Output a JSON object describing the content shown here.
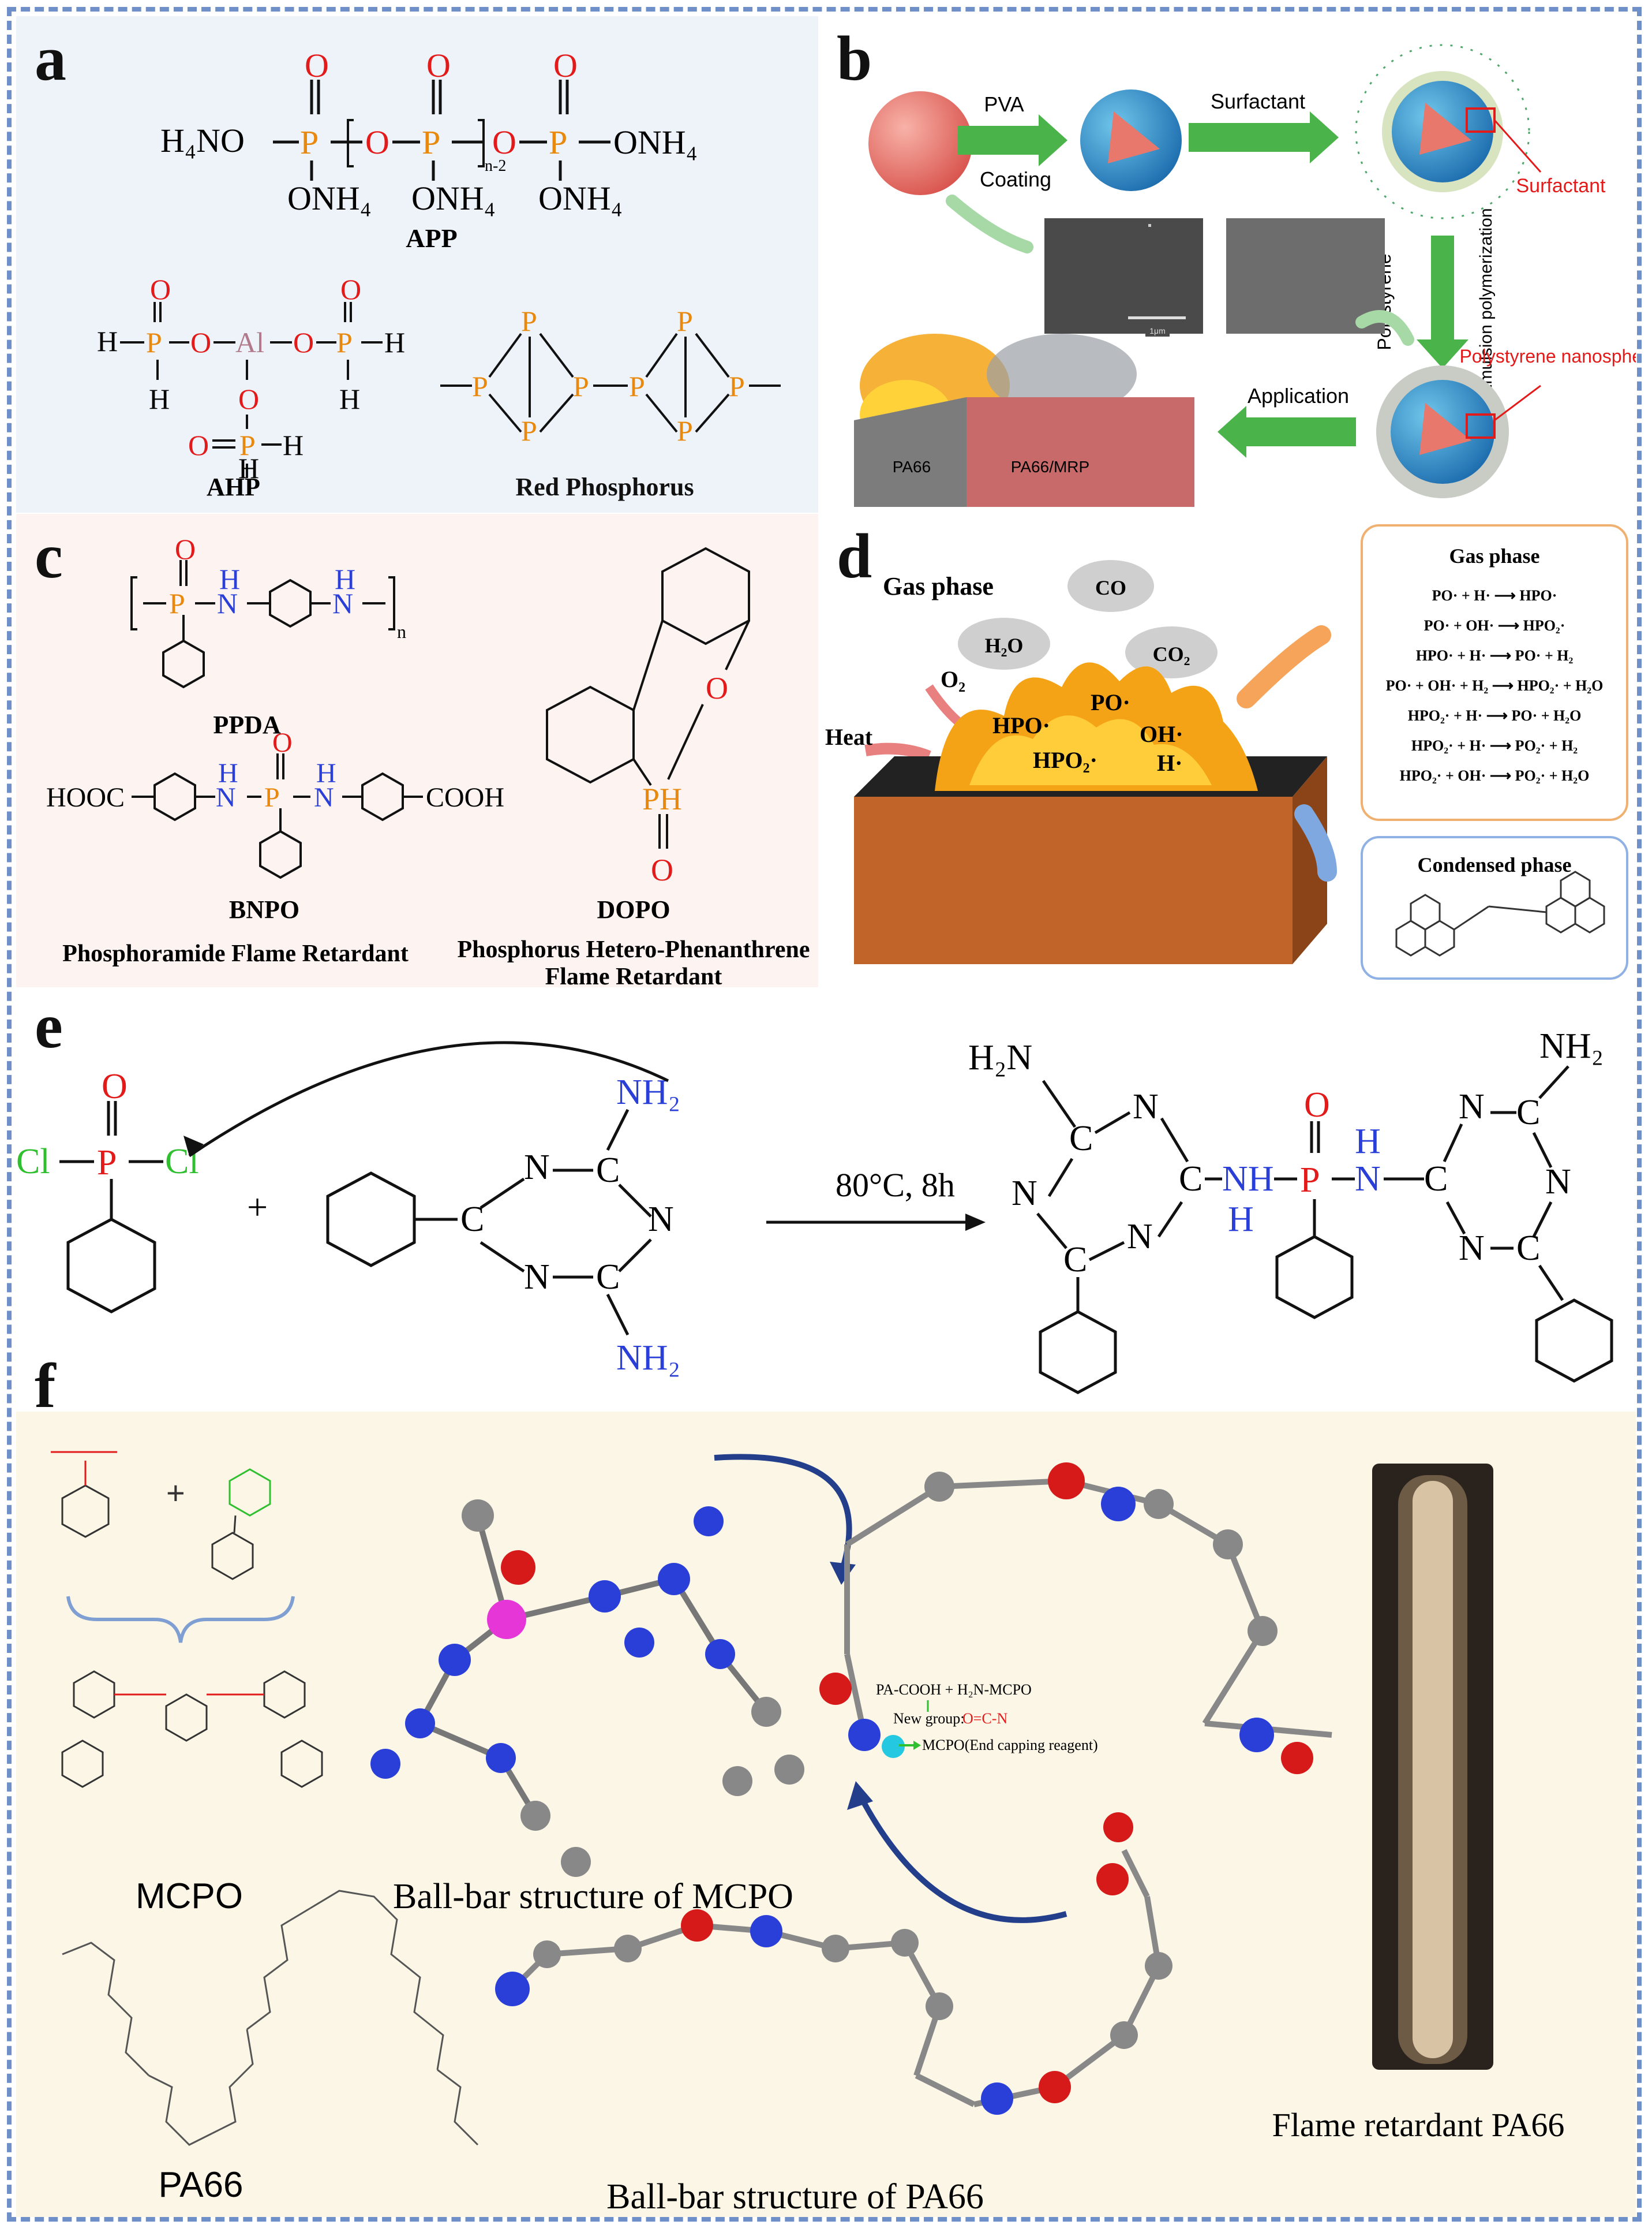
{
  "colors": {
    "frame_border": "#6f8fc8",
    "panel_a_bg": "#eef3fa",
    "panel_c_bg": "#fdf4f2",
    "panel_f_bg": "#fbf6e6",
    "phosphorus": "#e8880c",
    "oxygen": "#e31a1a",
    "nitrogen": "#2a3fd8",
    "chlorine": "#2fbf2f",
    "arrow_green": "#3aa83a",
    "arrow_navy": "#233e8b",
    "fire": "#f5a316"
  },
  "panel_labels": {
    "a": "a",
    "b": "b",
    "c": "c",
    "d": "d",
    "e": "e",
    "f": "f"
  },
  "panel_a": {
    "app_left": "H₄NO",
    "app_p": "P",
    "app_o": "O",
    "app_nh4": "ONH₄",
    "app_subscript": "n-2",
    "app_name": "APP",
    "ahp_h": "H",
    "ahp_al": "Al",
    "ahp_name": "AHP",
    "rp_name": "Red Phosphorus"
  },
  "panel_b": {
    "step1_top": "PVA",
    "step1_bottom": "Coating",
    "step2": "Surfactant",
    "surfactant_label": "Surfactant",
    "step3_left": "Polystyrene",
    "step3_right": "Emulsion polymerization",
    "ps_label": "Polystyrene nanospheres",
    "application": "Application",
    "block_left": "PA66",
    "block_right": "PA66/MRP",
    "sem_scale": "1μm"
  },
  "panel_c": {
    "nh": "H",
    "n": "N",
    "n_sub": "n",
    "ppda": "PPDA",
    "hooc": "HOOC",
    "cooh": "COOH",
    "bnpo": "BNPO",
    "dopo": "DOPO",
    "ph": "PH",
    "caption_left": "Phosphoramide Flame Retardant",
    "caption_right_1": "Phosphorus Hetero-Phenanthrene",
    "caption_right_2": "Flame Retardant"
  },
  "panel_d": {
    "gas_phase": "Gas phase",
    "co": "CO",
    "h2o": "H₂O",
    "co2": "CO₂",
    "o2": "O₂",
    "heat": "Heat",
    "radicals": [
      "PO·",
      "HPO·",
      "OH·",
      "HPO₂·",
      "H·"
    ],
    "box_gas_title": "Gas phase",
    "reactions": [
      "PO· + H· ⟶ HPO·",
      "PO· + OH· ⟶ HPO₂·",
      "HPO· + H· ⟶ PO· + H₂",
      "PO· + OH· + H₂ ⟶ HPO₂· + H₂O",
      "HPO₂· + H· ⟶ PO· + H₂O",
      "HPO₂· + H· ⟶ PO₂· + H₂",
      "HPO₂· + OH· ⟶ PO₂· + H₂O"
    ],
    "box_condensed_title": "Condensed phase"
  },
  "panel_e": {
    "cl": "Cl",
    "p": "P",
    "o": "O",
    "plus": "+",
    "nh2": "NH₂",
    "h2n": "H₂N",
    "n": "N",
    "c": "C",
    "nh": "NH",
    "h": "H",
    "condition": "80°C, 8h"
  },
  "panel_f": {
    "mcpo": "MCPO",
    "ball_mcpo": "Ball-bar structure of MCPO",
    "pa66": "PA66",
    "ball_pa66": "Ball-bar structure of PA66",
    "flame_pa66": "Flame retardant PA66",
    "rxn_line1": "PA-COOH + H₂N-MCPO",
    "rxn_line2": "New group:",
    "rxn_group": "O=C-N",
    "rxn_line3": "MCPO(End capping reagent)"
  }
}
